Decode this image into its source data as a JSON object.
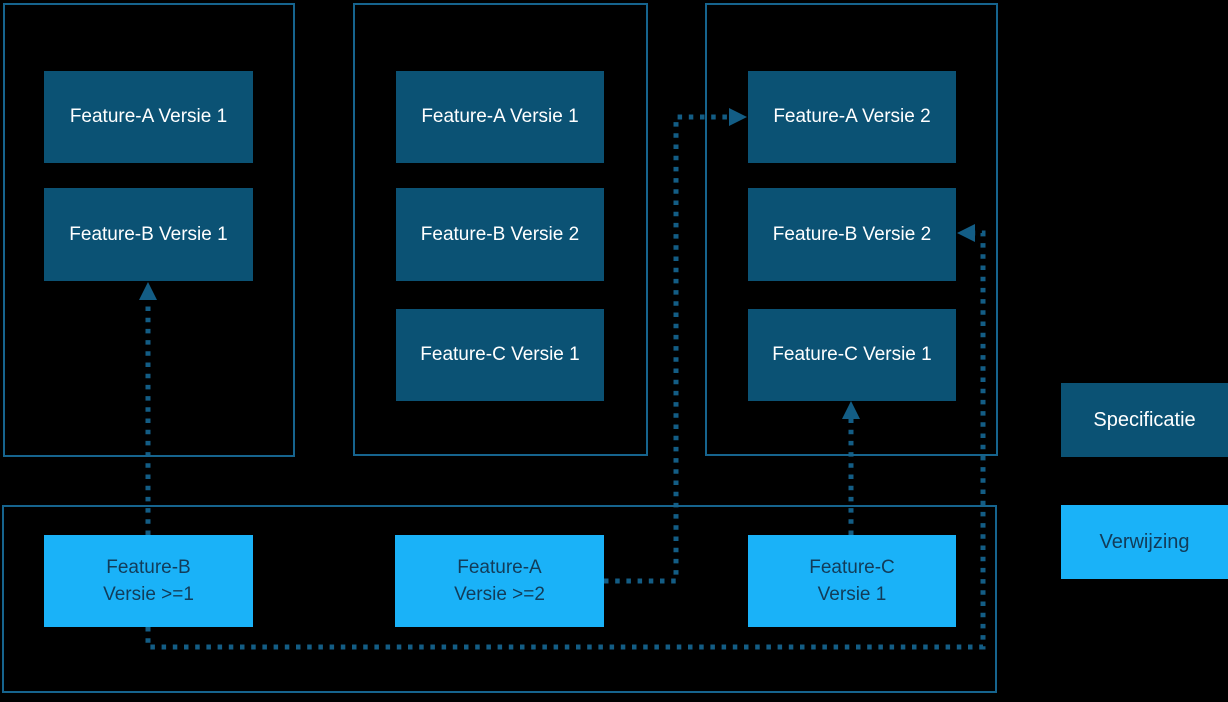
{
  "colors": {
    "background": "#000000",
    "container_border": "#16648e",
    "specification_fill": "#0b5274",
    "specification_text": "#ffffff",
    "reference_fill": "#1ab2f8",
    "reference_text": "#123c59",
    "connector": "#135d85"
  },
  "containers": [
    {
      "id": "container-1",
      "boxes": [
        "Feature-A Versie 1",
        "Feature-B Versie 1"
      ]
    },
    {
      "id": "container-2",
      "boxes": [
        "Feature-A Versie 1",
        "Feature-B Versie 2",
        "Feature-C Versie 1"
      ]
    },
    {
      "id": "container-3",
      "boxes": [
        "Feature-A Versie 2",
        "Feature-B Versie 2",
        "Feature-C Versie 1"
      ]
    }
  ],
  "references": [
    {
      "line1": "Feature-B",
      "line2": "Versie >=1"
    },
    {
      "line1": "Feature-A",
      "line2": "Versie >=2"
    },
    {
      "line1": "Feature-C",
      "line2": "Versie 1"
    }
  ],
  "legend": {
    "specification_label": "Specificatie",
    "reference_label": "Verwijzing"
  },
  "connectors": [
    {
      "from": "Feature-B Versie >=1",
      "to": "Feature-B Versie 1 (container 1)",
      "direction": "up"
    },
    {
      "from": "Feature-B Versie >=1",
      "to": "Feature-B Versie 2 (container 3)",
      "direction": "right-then-up-then-left"
    },
    {
      "from": "Feature-A Versie >=2",
      "to": "Feature-A Versie 2 (container 3)",
      "direction": "right-then-up-then-right"
    },
    {
      "from": "Feature-C Versie 1",
      "to": "Feature-C Versie 1 (container 3)",
      "direction": "up"
    }
  ]
}
